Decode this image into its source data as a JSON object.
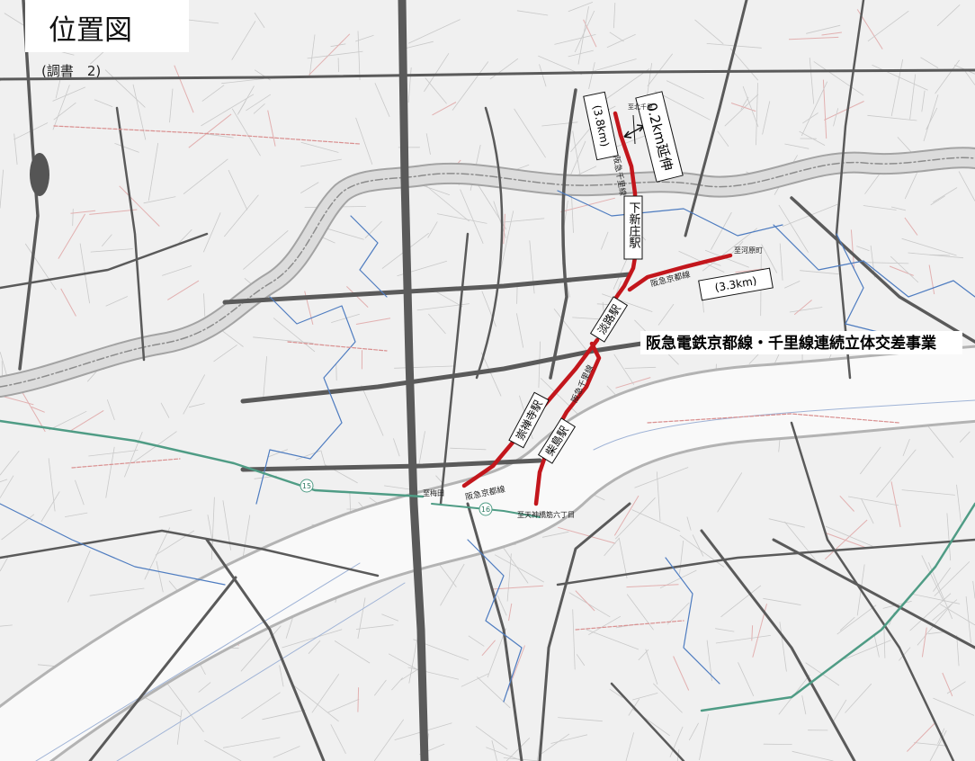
{
  "title": "位置図",
  "doc_ref": "(調書　2)",
  "project_name": "阪急電鉄京都線・千里線連続立体交差事業",
  "stations": {
    "shimoshinjo": "下新庄駅",
    "awaji": "淡路駅",
    "sozenji": "崇禅寺駅",
    "kunijima": "柴島駅"
  },
  "line_labels": {
    "senri_north": "阪急千里線",
    "kyoto_east": "阪急京都線",
    "senri_south": "阪急千里線",
    "kyoto_west": "阪急京都線"
  },
  "distances": {
    "senri": "(3.8km)",
    "senri_extension": "0.2km延伸",
    "kyoto": "(3.3km)"
  },
  "directions": {
    "north": "至北千里",
    "east": "至河原町",
    "west": "至梅田",
    "south": "至天神橋筋六丁目"
  },
  "route_markers": {
    "a": "15",
    "b": "16"
  },
  "colors": {
    "project_line": "#c3161c",
    "road": "#5a5a5a",
    "boundary": "#4e7cc0",
    "green_route": "#4f9c85",
    "river": "#dcdcdc"
  }
}
